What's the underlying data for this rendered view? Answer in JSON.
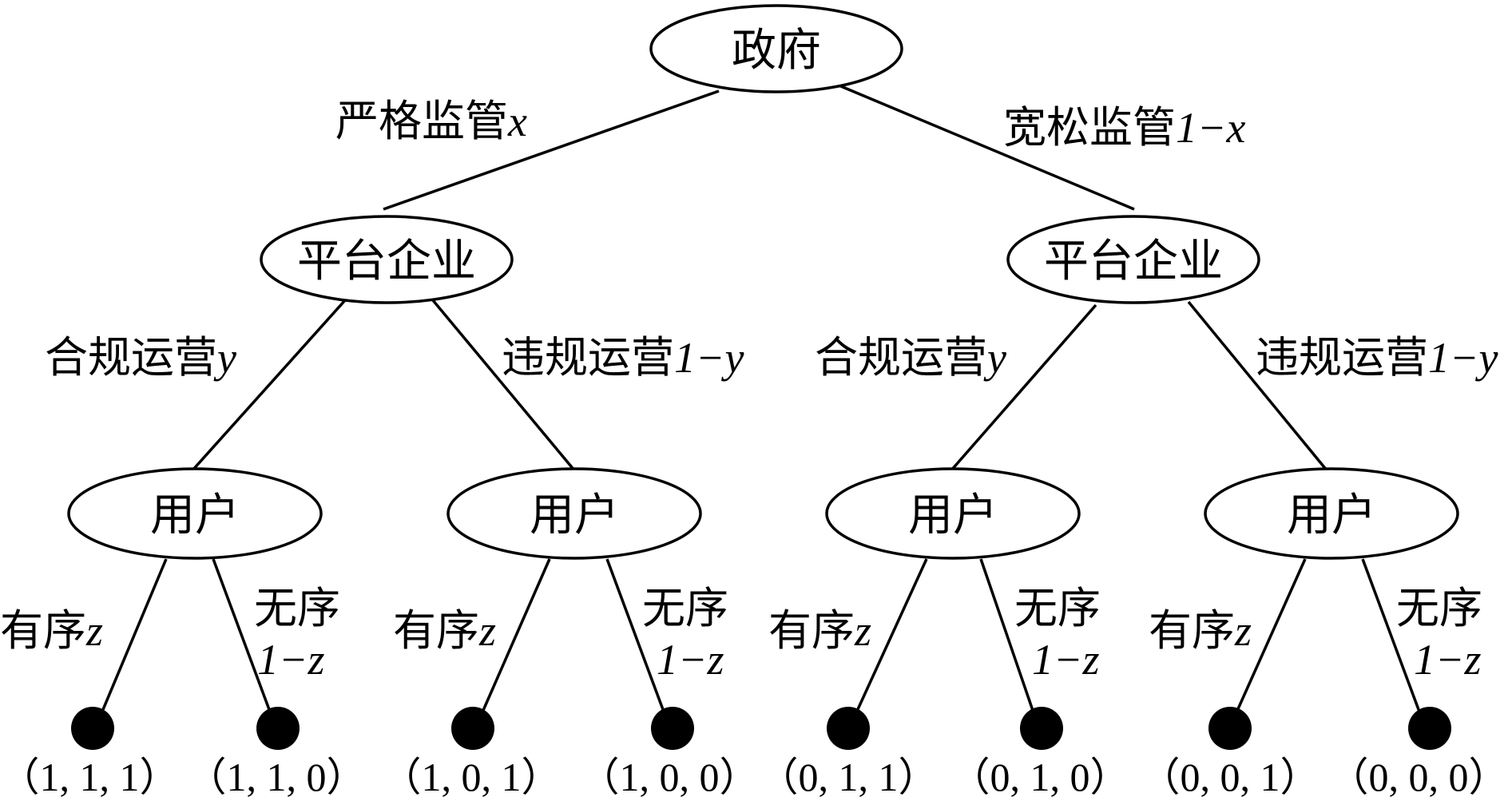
{
  "root": {
    "label": "政府"
  },
  "level1_edges": [
    {
      "label": "严格监管",
      "var": "x"
    },
    {
      "label": "宽松监管",
      "var": "1−x"
    }
  ],
  "level1_nodes": [
    {
      "label": "平台企业"
    },
    {
      "label": "平台企业"
    }
  ],
  "level2_edges": [
    {
      "label": "合规运营",
      "var": "y"
    },
    {
      "label": "违规运营",
      "var": "1−y"
    },
    {
      "label": "合规运营",
      "var": "y"
    },
    {
      "label": "违规运营",
      "var": "1−y"
    }
  ],
  "level2_nodes": [
    {
      "label": "用户"
    },
    {
      "label": "用户"
    },
    {
      "label": "用户"
    },
    {
      "label": "用户"
    }
  ],
  "level3_edges": [
    {
      "label": "有序",
      "var": "z"
    },
    {
      "label": "无序",
      "var": "1−z"
    },
    {
      "label": "有序",
      "var": "z"
    },
    {
      "label": "无序",
      "var": "1−z"
    },
    {
      "label": "有序",
      "var": "z"
    },
    {
      "label": "无序",
      "var": "1−z"
    },
    {
      "label": "有序",
      "var": "z"
    },
    {
      "label": "无序",
      "var": "1−z"
    }
  ],
  "leaves": [
    {
      "label": "（1, 1, 1）"
    },
    {
      "label": "（1, 1, 0）"
    },
    {
      "label": "（1, 0, 1）"
    },
    {
      "label": "（1, 0, 0）"
    },
    {
      "label": "（0, 1, 1）"
    },
    {
      "label": "（0, 1, 0）"
    },
    {
      "label": "（0, 0, 1）"
    },
    {
      "label": "（0, 0, 0）"
    }
  ]
}
